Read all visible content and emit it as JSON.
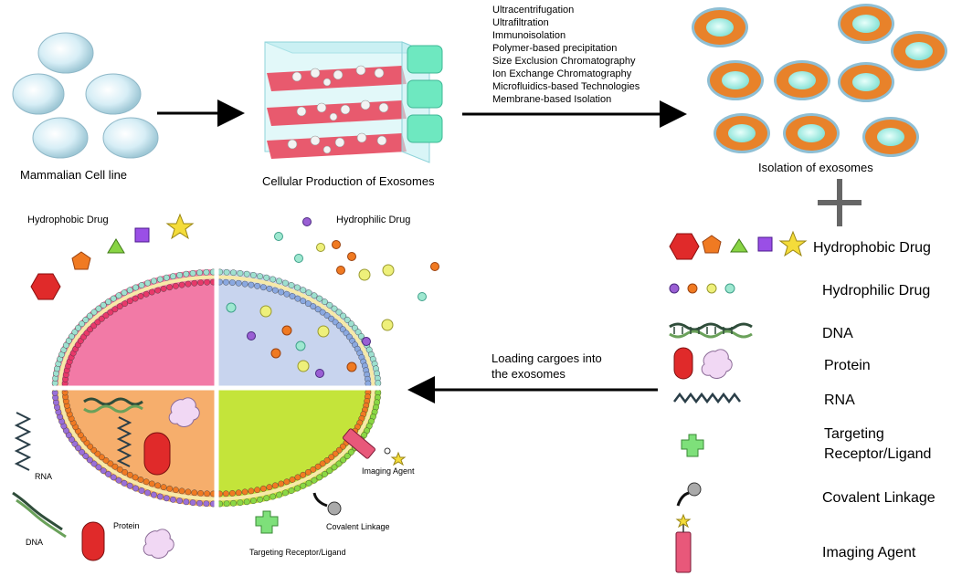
{
  "top": {
    "cell_line_label": "Mammalian Cell line",
    "production_label": "Cellular Production of Exosomes",
    "isolation_label": "Isolation of exosomes",
    "methods": [
      "Ultracentrifugation",
      "Ultrafiltration",
      "Immunoisolation",
      "Polymer-based precipitation",
      "Size Exclusion Chromatography",
      "Ion Exchange Chromatography",
      "Microfluidics-based Technologies",
      "Membrane-based Isolation"
    ]
  },
  "loading_label": [
    "Loading cargoes into",
    "the exosomes"
  ],
  "exosome": {
    "hydrophobic_label": "Hydrophobic Drug",
    "hydrophilic_label": "Hydrophilic Drug",
    "rna_label": "RNA",
    "dna_label": "DNA",
    "protein_label": "Protein",
    "imaging_label": "Imaging Agent",
    "covalent_label": "Covalent Linkage",
    "targeting_label": "Targeting Receptor/Ligand"
  },
  "legend": [
    {
      "label": "Hydrophobic Drug",
      "icon": "hydrophobic-drugs-icon"
    },
    {
      "label": "Hydrophilic Drug",
      "icon": "hydrophilic-drugs-icon"
    },
    {
      "label": "DNA",
      "icon": "dna-icon"
    },
    {
      "label": "Protein",
      "icon": "protein-icon"
    },
    {
      "label": "RNA",
      "icon": "rna-icon"
    },
    {
      "label": "Targeting Receptor/Ligand",
      "lines": [
        "Targeting",
        "Receptor/Ligand"
      ],
      "icon": "targeting-receptor-icon"
    },
    {
      "label": "Covalent Linkage",
      "icon": "covalent-linkage-icon"
    },
    {
      "label": "Imaging Agent",
      "icon": "imaging-agent-icon"
    }
  ],
  "colors": {
    "quadrant_hydrophobic": "#f27aa6",
    "quadrant_hydrophilic": "#c8d4ee",
    "quadrant_nucleic": "#f6ae6c",
    "quadrant_surface": "#c4e43a",
    "exosome_ring": "#e8822a",
    "exosome_core": "#9ee8e0",
    "flask_pink": "#e85a6e",
    "flask_cap": "#6ee8c0"
  }
}
